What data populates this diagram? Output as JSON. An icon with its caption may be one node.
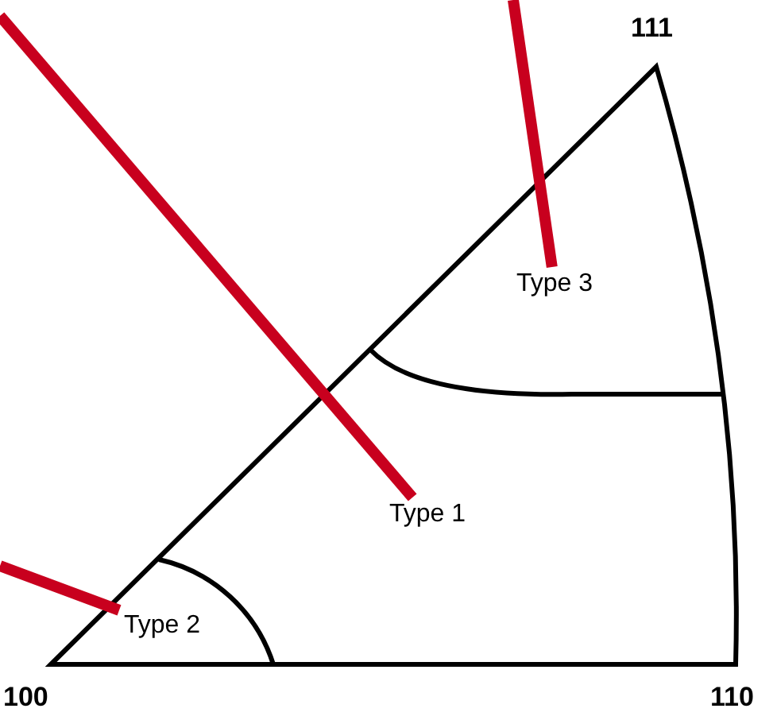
{
  "diagram": {
    "nodes": [
      {
        "text": [
          "Type 3"
        ]
      },
      {
        "text": [
          "Type 1"
        ]
      },
      {
        "text": [
          "Type 2"
        ]
      }
    ],
    "edges": [
      {
        "from": null,
        "to": 1,
        "arrow": "none",
        "color": "#c8001e"
      },
      {
        "from": null,
        "to": 0,
        "arrow": "none",
        "color": "#c8001e"
      },
      {
        "from": null,
        "to": 2,
        "arrow": "none",
        "color": "#c8001e"
      }
    ],
    "labels": [
      "111",
      "100",
      "110"
    ]
  }
}
